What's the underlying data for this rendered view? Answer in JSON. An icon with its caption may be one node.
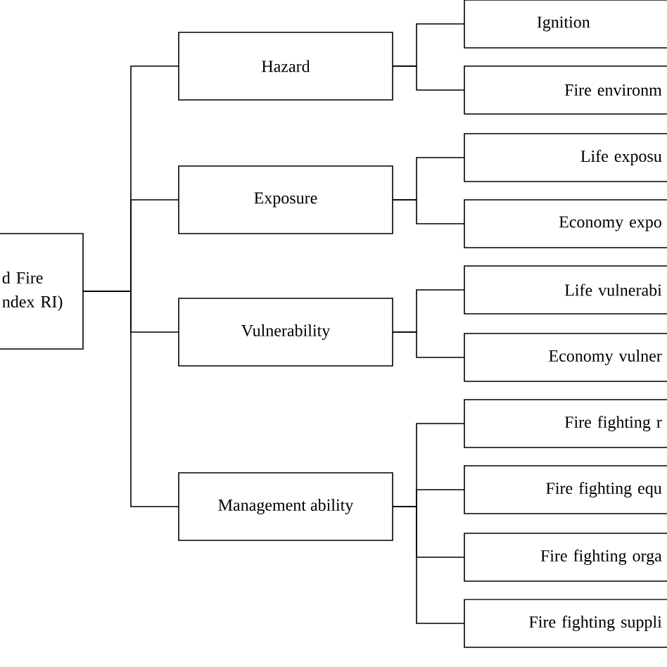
{
  "diagram": {
    "nodes": [
      {
        "text": [
          "d Fire ndex RI)"
        ]
      },
      {
        "text": [
          "Hazard"
        ]
      },
      {
        "text": [
          "Exposure"
        ]
      },
      {
        "text": [
          "Vulnerability"
        ]
      },
      {
        "text": [
          "Management ability"
        ]
      },
      {
        "text": [
          "Ignition"
        ]
      },
      {
        "text": [
          "Fire environm"
        ]
      },
      {
        "text": [
          "Life exposu"
        ]
      },
      {
        "text": [
          "Economy expo"
        ]
      },
      {
        "text": [
          "Life vulnerabi"
        ]
      },
      {
        "text": [
          "Economy vulner"
        ]
      },
      {
        "text": [
          "Fire fighting r"
        ]
      },
      {
        "text": [
          "Fire fighting equ"
        ]
      },
      {
        "text": [
          "Fire fighting orga"
        ]
      },
      {
        "text": [
          "Fire fighting suppli"
        ]
      }
    ],
    "edges": [
      {
        "from": 0,
        "to": 1,
        "arrow": "none"
      },
      {
        "from": 0,
        "to": 2,
        "arrow": "none"
      },
      {
        "from": 0,
        "to": 3,
        "arrow": "none"
      },
      {
        "from": 0,
        "to": 4,
        "arrow": "none"
      },
      {
        "from": 1,
        "to": 5,
        "arrow": "none"
      },
      {
        "from": 1,
        "to": 6,
        "arrow": "none"
      },
      {
        "from": 2,
        "to": 7,
        "arrow": "none"
      },
      {
        "from": 2,
        "to": 8,
        "arrow": "none"
      },
      {
        "from": 3,
        "to": 9,
        "arrow": "none"
      },
      {
        "from": 3,
        "to": 10,
        "arrow": "none"
      },
      {
        "from": 4,
        "to": 11,
        "arrow": "none"
      },
      {
        "from": 4,
        "to": 12,
        "arrow": "none"
      },
      {
        "from": 4,
        "to": 13,
        "arrow": "none"
      },
      {
        "from": 4,
        "to": 14,
        "arrow": "none"
      }
    ]
  }
}
